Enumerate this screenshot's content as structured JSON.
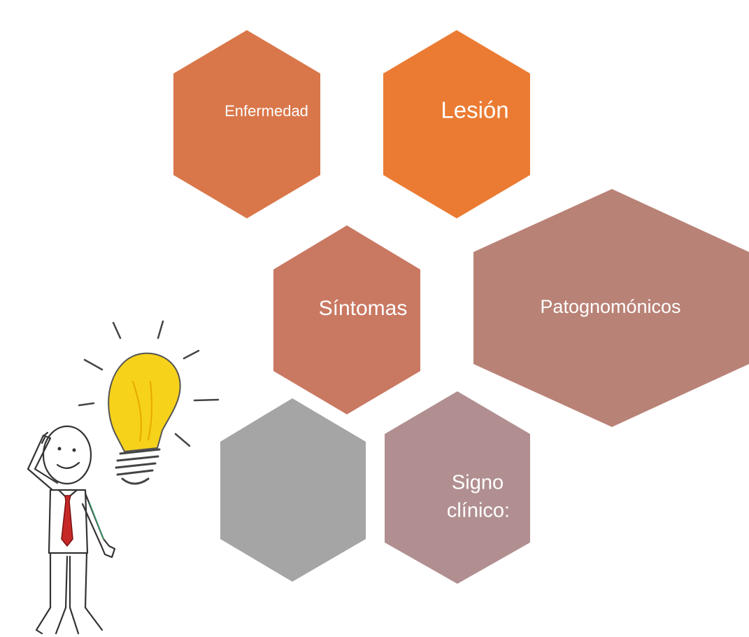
{
  "hexagons": [
    {
      "id": "enfermedad",
      "lines": [
        "Enfermedad"
      ],
      "color": "#D9774A"
    },
    {
      "id": "lesion",
      "lines": [
        "Lesión"
      ],
      "color": "#EB7B33"
    },
    {
      "id": "sintomas",
      "lines": [
        "Síntomas"
      ],
      "color": "#C97862"
    },
    {
      "id": "patognomonicos",
      "lines": [
        "Patognomónicos"
      ],
      "color": "#B98276"
    },
    {
      "id": "blank",
      "lines": [],
      "color": "#A5A5A5"
    },
    {
      "id": "signo-clinico",
      "lines": [
        "Signo",
        "clínico:"
      ],
      "color": "#B18F90"
    }
  ],
  "illustration": {
    "subject": "person-thinking-with-lightbulb",
    "bulb_color": "#F7D21A",
    "tie_color": "#C62828"
  }
}
